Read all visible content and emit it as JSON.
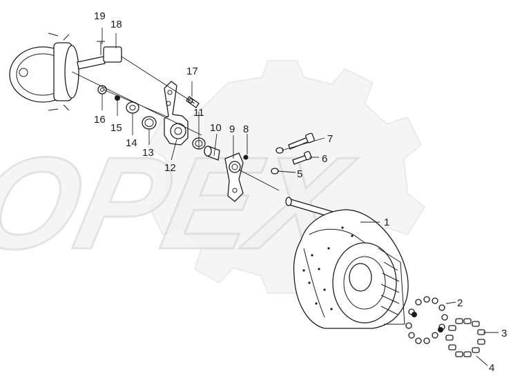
{
  "watermark": {
    "text": "OPEX"
  },
  "callouts": [
    {
      "id": "1",
      "label": "1"
    },
    {
      "id": "2",
      "label": "2"
    },
    {
      "id": "3",
      "label": "3"
    },
    {
      "id": "4",
      "label": "4"
    },
    {
      "id": "5",
      "label": "5"
    },
    {
      "id": "6",
      "label": "6"
    },
    {
      "id": "7",
      "label": "7"
    },
    {
      "id": "8",
      "label": "8"
    },
    {
      "id": "9",
      "label": "9"
    },
    {
      "id": "10",
      "label": "10"
    },
    {
      "id": "11",
      "label": "11"
    },
    {
      "id": "12",
      "label": "12"
    },
    {
      "id": "13",
      "label": "13"
    },
    {
      "id": "14",
      "label": "14"
    },
    {
      "id": "15",
      "label": "15"
    },
    {
      "id": "16",
      "label": "16"
    },
    {
      "id": "17",
      "label": "17"
    },
    {
      "id": "18",
      "label": "18"
    },
    {
      "id": "19",
      "label": "19"
    }
  ]
}
